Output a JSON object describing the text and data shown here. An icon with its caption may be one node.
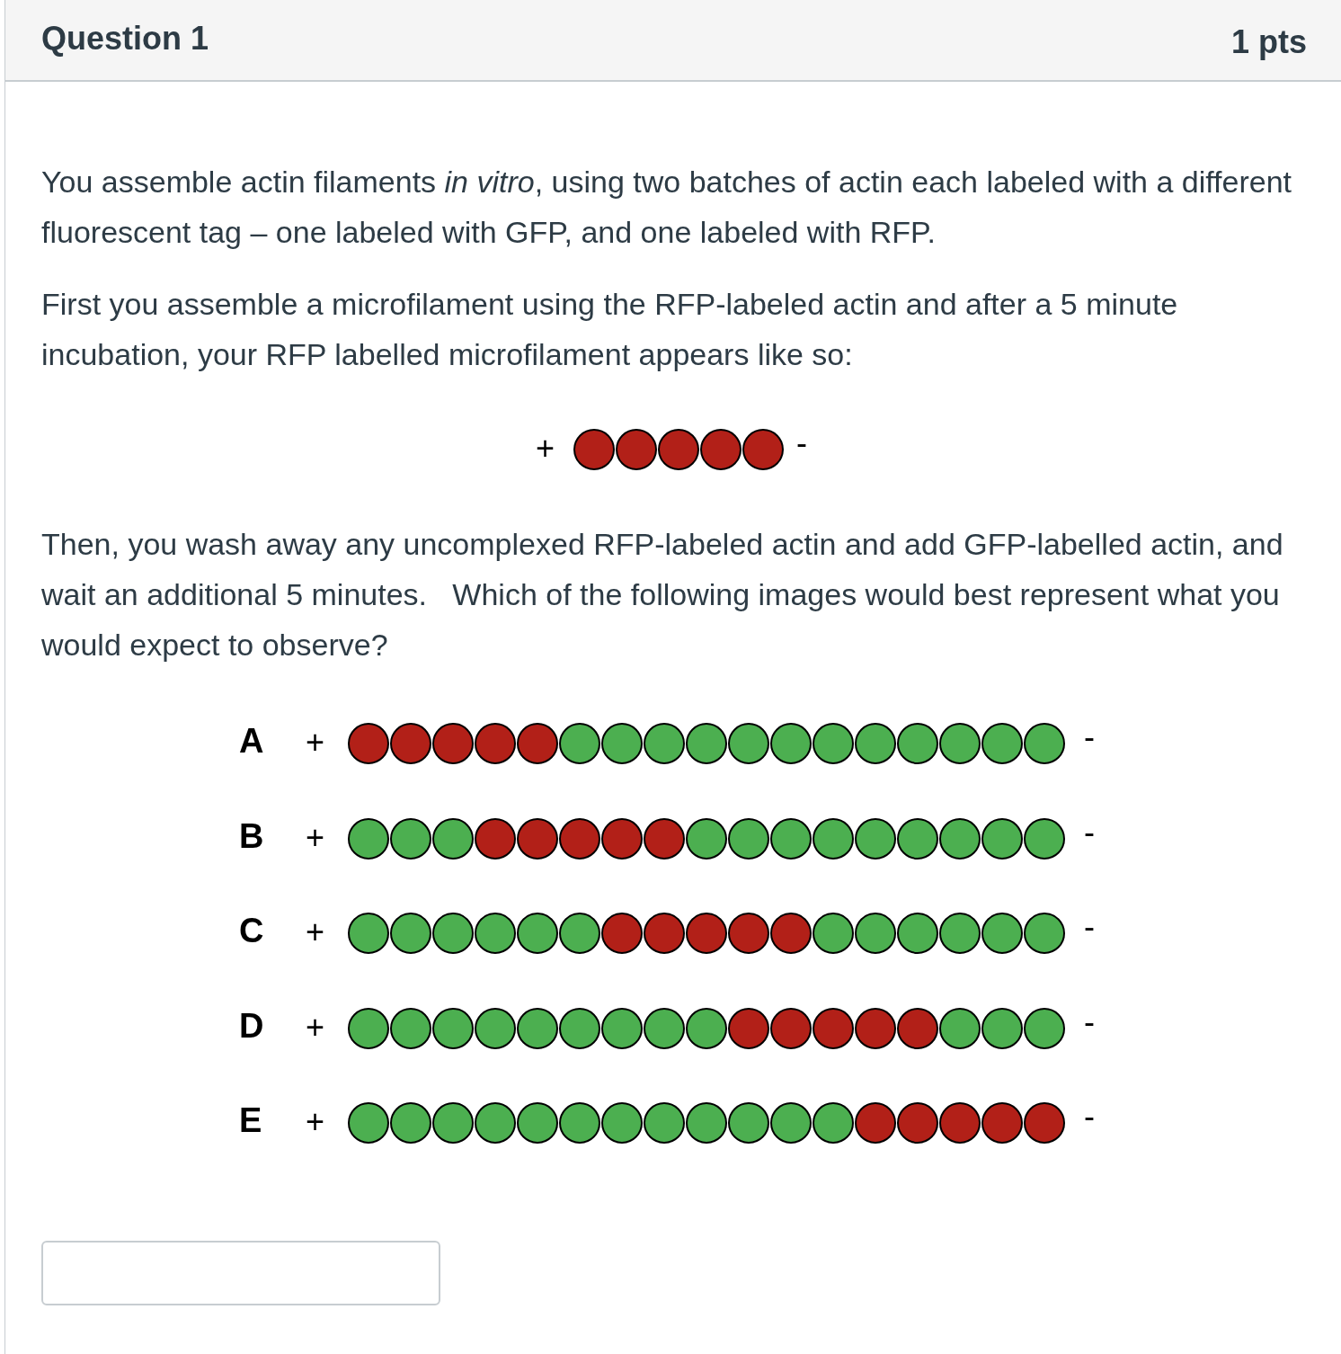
{
  "diagram": {
    "title": "Question 1",
    "labels": [
      "1 pts",
      "You assemble actin filaments *in vitro*, using two batches of actin each labeled with a different fluorescent tag – one labeled with GFP, and one labeled with RFP.",
      "First you assemble a microfilament using the RFP-labeled actin and after a 5 minute incubation, your RFP labelled microfilament appears like so:",
      "+",
      "-",
      "Then, you wash away any uncomplexed RFP-labeled actin and add GFP-labelled actin, and wait an additional 5 minutes.   Which of the following images would best represent what you would expect to observe?",
      "A",
      "+",
      "-",
      "B",
      "+",
      "-",
      "C",
      "+",
      "-",
      "D",
      "+",
      "-",
      "E",
      "+",
      "-"
    ]
  }
}
